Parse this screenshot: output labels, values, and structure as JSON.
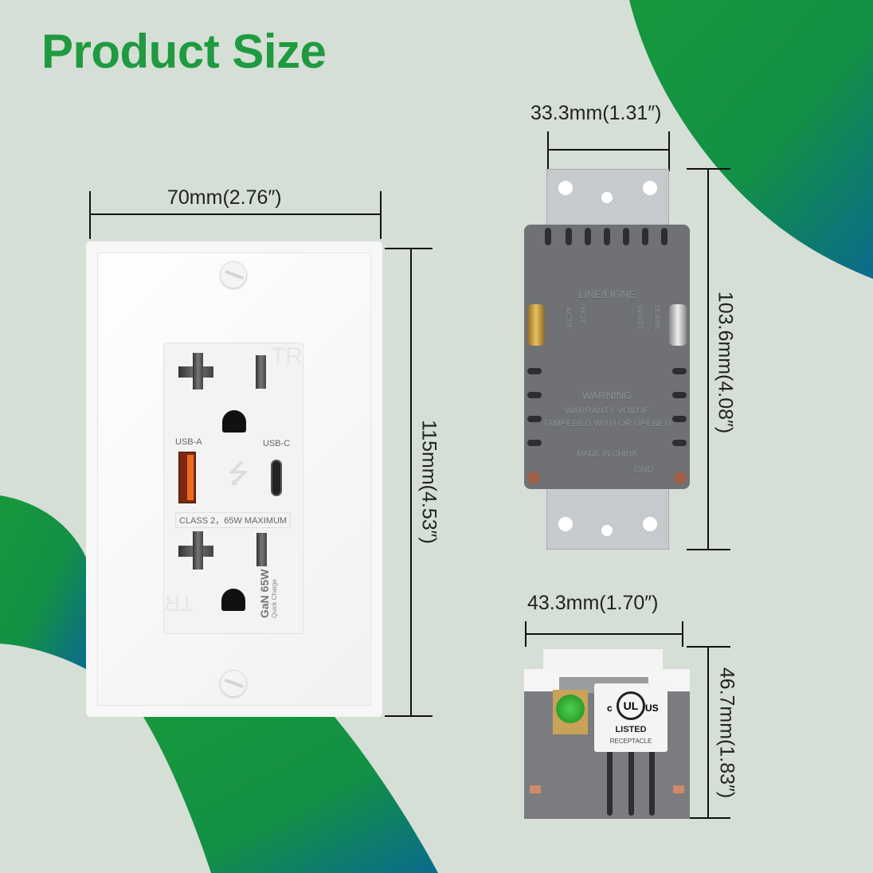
{
  "title": "Product Size",
  "dimensions": {
    "front_width": "70mm(2.76″)",
    "front_height": "115mm(4.53″)",
    "back_width": "33.3mm(1.31″)",
    "back_height": "103.6mm(4.08″)",
    "side_width": "43.3mm(1.70″)",
    "side_height": "46.7mm(1.83″)"
  },
  "front": {
    "tr_top": "TR",
    "tr_bottom": "TR",
    "usb_a": "USB-A",
    "usb_c": "USB-C",
    "class": "CLASS 2，65W MAXIMUM",
    "gan": "GaN 65W",
    "quick": "Quick Charge"
  },
  "back": {
    "line": "LINE/LIGNE",
    "hot": "HOT",
    "actif": "ACTIF",
    "white": "WHITE",
    "blanc": "BLANC",
    "warning": "WARNING",
    "warranty1": "WARRANTY VOID IF",
    "warranty2": "TAMPERED WITH OR OPENED",
    "made": "MADE IN CHINA",
    "gnd": "GND"
  },
  "side": {
    "c": "c",
    "ul": "UL",
    "us": "US",
    "listed": "LISTED",
    "receptacle": "RECEPTACLE"
  },
  "colors": {
    "title": "#1f9a40",
    "background": "#d5dfd6",
    "green": "#16983c",
    "teal": "#0a6d8c"
  }
}
